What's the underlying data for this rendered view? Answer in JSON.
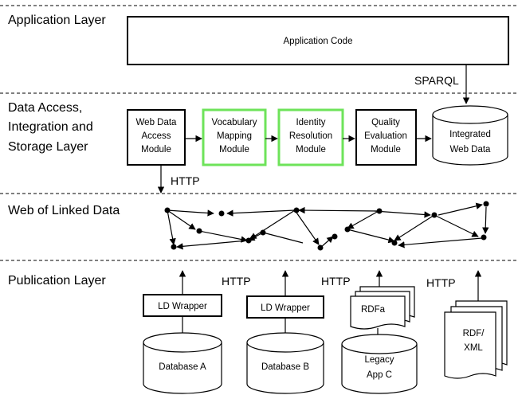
{
  "layers": {
    "application": "Application Layer",
    "data_access": [
      "Data Access,",
      "Integration and",
      "Storage Layer"
    ],
    "web": "Web of Linked Data",
    "publication": "Publication Layer"
  },
  "app_code": "Application Code",
  "sparql": "SPARQL",
  "http": "HTTP",
  "modules": {
    "web_access": [
      "Web Data",
      "Access",
      "Module"
    ],
    "vocab": [
      "Vocabulary",
      "Mapping",
      "Module"
    ],
    "identity": [
      "Identity",
      "Resolution",
      "Module"
    ],
    "quality": [
      "Quality",
      "Evaluation",
      "Module"
    ]
  },
  "integrated": [
    "Integrated",
    "Web Data"
  ],
  "ld_wrapper": "LD Wrapper",
  "db_a": "Database A",
  "db_b": "Database B",
  "rdfa": "RDFa",
  "legacy": [
    "Legacy",
    "App C"
  ],
  "rdfxml": [
    "RDF/",
    "XML"
  ],
  "colors": {
    "highlight": "#6ee35a",
    "ink": "#000000"
  }
}
